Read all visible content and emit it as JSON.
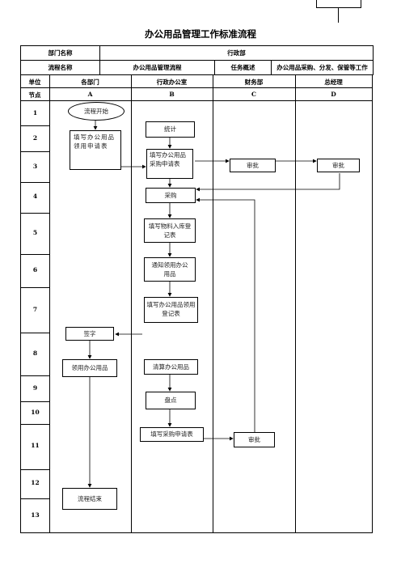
{
  "title": "办公用品管理工作标准流程",
  "header": {
    "dept_label": "部门名称",
    "dept_value": "行政部",
    "flow_label": "流程名称",
    "flow_value": "办公用品管理流程",
    "task_label": "任务概述",
    "task_value": "办公用品采购、分发、保管等工作"
  },
  "columns": {
    "unit_label": "单位",
    "node_label": "节点",
    "lanes": [
      {
        "name": "各部门",
        "code": "A"
      },
      {
        "name": "行政办公室",
        "code": "B"
      },
      {
        "name": "财务部",
        "code": "C"
      },
      {
        "name": "总经理",
        "code": "D"
      }
    ]
  },
  "rows": [
    "1",
    "2",
    "3",
    "4",
    "5",
    "6",
    "7",
    "8",
    "9",
    "10",
    "11",
    "12",
    "13"
  ],
  "nodes": {
    "start": "流程开始",
    "fill_request": "填写办公用品领用申请表",
    "stats": "统计",
    "fill_purchase": "填写办公用品采购申请表",
    "approve_finance": "审批",
    "approve_gm": "审批",
    "purchase": "采购",
    "fill_inbound": "填写物料入库登记表",
    "notify": "通知领用办公用品",
    "fill_collect": "填写办公用品领用登记表",
    "sign": "签字",
    "collect": "领用办公用品",
    "settle": "清算办公用品",
    "inventory": "盘点",
    "fill_purchase2": "填写采购申请表",
    "approve_finance2": "审批",
    "end": "流程结束"
  }
}
